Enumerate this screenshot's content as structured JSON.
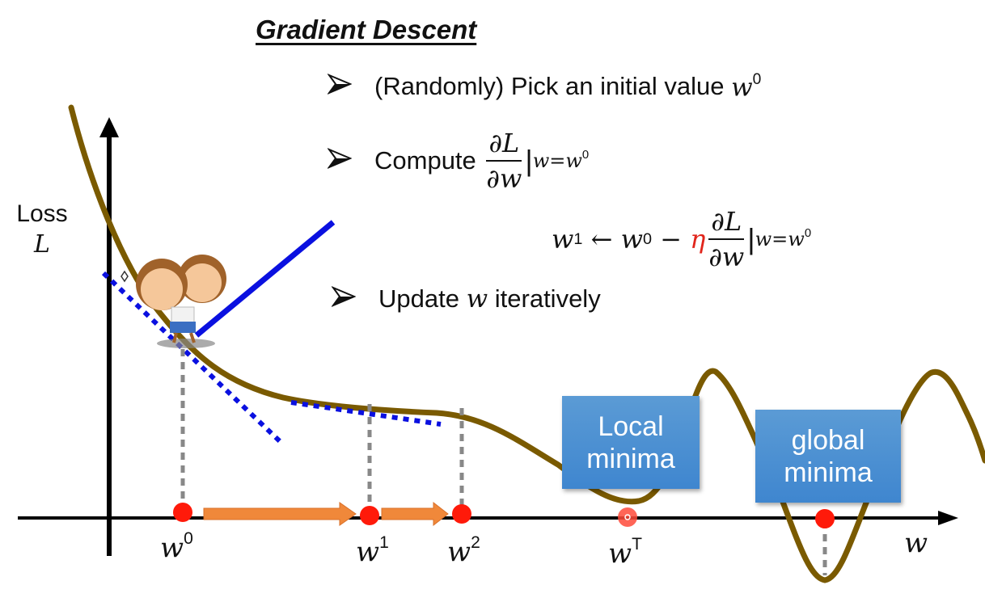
{
  "slide": {
    "title": "Gradient Descent",
    "bullets": [
      {
        "text": "(Randomly) Pick an initial value",
        "math": "w",
        "sup": "0"
      },
      {
        "text": "Compute",
        "frac_num": "∂L",
        "frac_den": "∂w",
        "eval": "w=w",
        "eval_sup": "0"
      },
      {
        "text": "Update",
        "math": "w",
        "text_after": "iteratively"
      }
    ],
    "update_rule": {
      "lhs": "w",
      "lhs_sup": "1",
      "arrow": "←",
      "rhs_w": "w",
      "rhs_sup": "0",
      "minus": "−",
      "eta": "η",
      "frac_num": "∂L",
      "frac_den": "∂w",
      "eval": "w=w",
      "eval_sup": "0"
    },
    "colors": {
      "curve": "#7a5a00",
      "tangent": "#0a10e0",
      "point": "#ff1a0a",
      "step_arrow": "#f0883a",
      "eta": "#e1251b",
      "label_box": "#4a8fd3"
    }
  },
  "axes": {
    "y_label_line1": "Loss",
    "y_label_line2": "L",
    "x_label": "w"
  },
  "points": [
    {
      "name": "w",
      "sup": "0"
    },
    {
      "name": "w",
      "sup": "1"
    },
    {
      "name": "w",
      "sup": "2"
    },
    {
      "name": "w",
      "sup": "T"
    }
  ],
  "callouts": {
    "local": [
      "Local",
      "minima"
    ],
    "global": [
      "global",
      "minima"
    ]
  }
}
